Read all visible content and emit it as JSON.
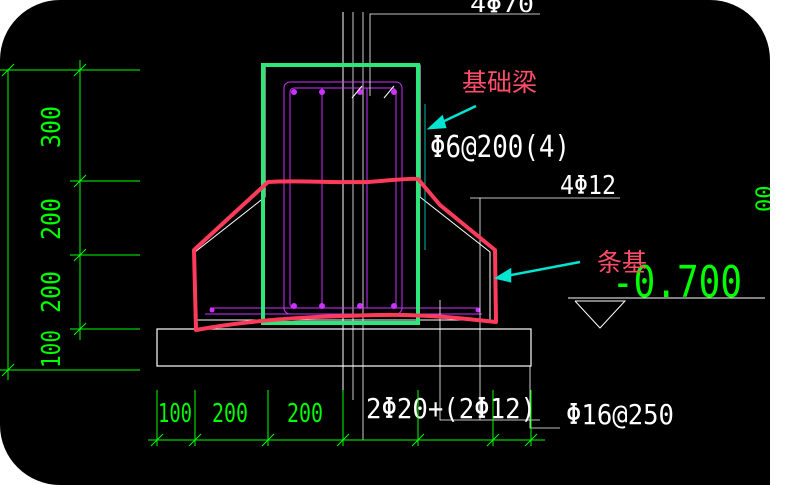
{
  "colors": {
    "background": "#000000",
    "dimension": "#00ff00",
    "concrete_outline": "#ffffff",
    "rebar": "#cc33ff",
    "callout_line": "#00e5d1",
    "beam_highlight": "#2ee67a",
    "footing_highlight": "#ff3b5c",
    "annotation_text": "#ff4d6a"
  },
  "annotations": {
    "beam_label": "基础梁",
    "strip_footing_label": "条基"
  },
  "rebar_labels": {
    "top_bars": "4Φ70",
    "stirrups": "Φ6@200(4)",
    "middle_bars": "4Φ12",
    "bottom_bars": "2Φ20+(2Φ12)",
    "transverse_bars": "Φ16@250"
  },
  "elevation": {
    "value": "-0.700"
  },
  "dimensions": {
    "vertical_outer": "100",
    "vertical_inner": [
      "300",
      "200",
      "200",
      "100"
    ],
    "horizontal": [
      "100",
      "200",
      "200"
    ],
    "right_edge_fragment": "00"
  }
}
